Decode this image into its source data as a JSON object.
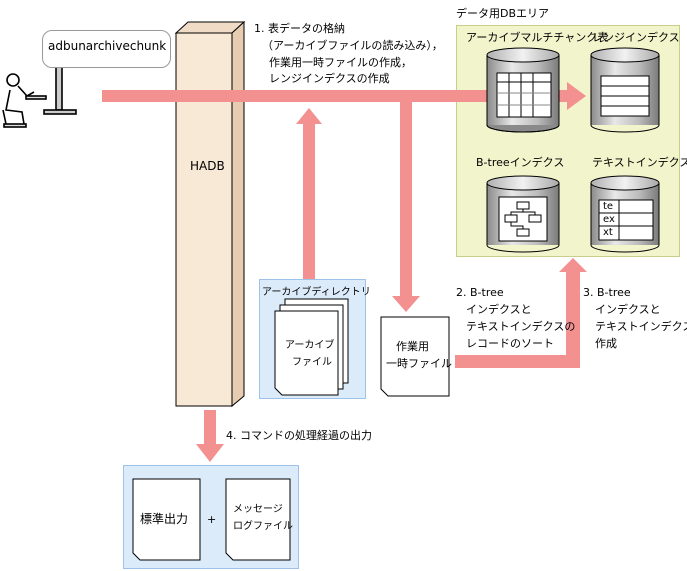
{
  "command": "adbunarchivechunk",
  "server": "HADB",
  "steps": {
    "s1": [
      "1. 表データの格納",
      "（アーカイブファイルの読み込み），",
      "作業用一時ファイルの作成，",
      "レンジインデクスの作成"
    ],
    "s2": [
      "2. B-tree",
      "インデクスと",
      "テキストインデクスの",
      "レコードのソート"
    ],
    "s3": [
      "3. B-tree",
      "インデクスと",
      "テキストインデクスの",
      "作成"
    ],
    "s4": "4. コマンドの処理経過の出力"
  },
  "db_area": {
    "title": "データ用DBエリア",
    "chunk_table": "アーカイブマルチチャンク表",
    "range_index": "レンジインデクス",
    "btree_index": "B-treeインデクス",
    "text_index": "テキストインデクス",
    "text_index_rows": [
      "te",
      "ex",
      "xt"
    ]
  },
  "archive": {
    "dir": "アーカイブディレクトリ",
    "file_line1": "アーカイブ",
    "file_line2": "ファイル"
  },
  "work_file": {
    "line1": "作業用",
    "line2": "一時ファイル"
  },
  "output": {
    "stdout": "標準出力",
    "plus": "+",
    "msg_line1": "メッセージ",
    "msg_line2": "ログファイル"
  },
  "colors": {
    "arrow": "#f39090",
    "db_bg": "#f2f5cc",
    "blue_bg": "#dcebfa",
    "hadb": "#f5e4d2"
  }
}
